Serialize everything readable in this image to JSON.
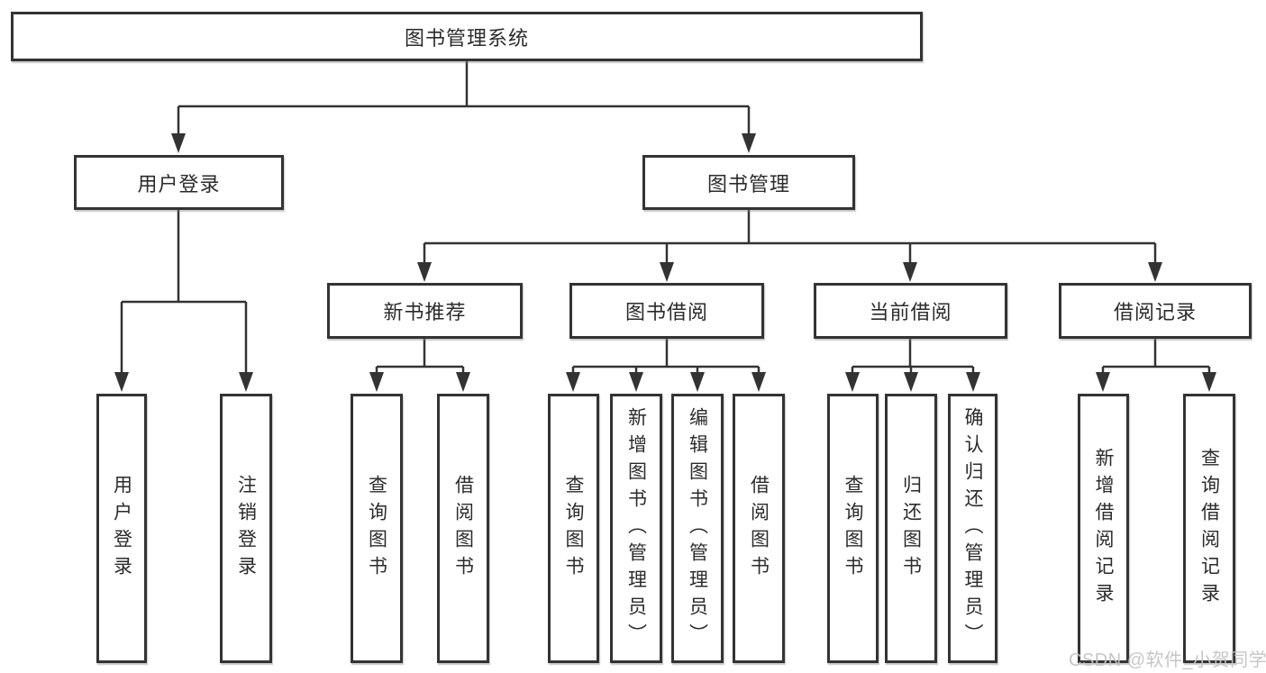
{
  "diagram_type": "hierarchy-tree",
  "tree": {
    "label": "图书管理系统",
    "children": [
      {
        "label": "用户登录",
        "children": [
          {
            "label": "用户登录"
          },
          {
            "label": "注销登录"
          }
        ]
      },
      {
        "label": "图书管理",
        "children": [
          {
            "label": "新书推荐",
            "children": [
              {
                "label": "查询图书"
              },
              {
                "label": "借阅图书"
              }
            ]
          },
          {
            "label": "图书借阅",
            "children": [
              {
                "label": "查询图书"
              },
              {
                "label": "新增图书（管理员）"
              },
              {
                "label": "编辑图书（管理员）"
              },
              {
                "label": "借阅图书"
              }
            ]
          },
          {
            "label": "当前借阅",
            "children": [
              {
                "label": "查询图书"
              },
              {
                "label": "归还图书"
              },
              {
                "label": "确认归还（管理员）"
              }
            ]
          },
          {
            "label": "借阅记录",
            "children": [
              {
                "label": "新增借阅记录"
              },
              {
                "label": "查询借阅记录"
              }
            ]
          }
        ]
      }
    ]
  },
  "watermark": {
    "text": "CSDN @软件_小贺同学",
    "color": "#c3c3c3"
  },
  "colors": {
    "background": "#ffffff",
    "box_fill": "#ffffff",
    "box_border": "#333333",
    "line": "#333333",
    "arrow": "#333333",
    "text": "#2b2b2b"
  }
}
